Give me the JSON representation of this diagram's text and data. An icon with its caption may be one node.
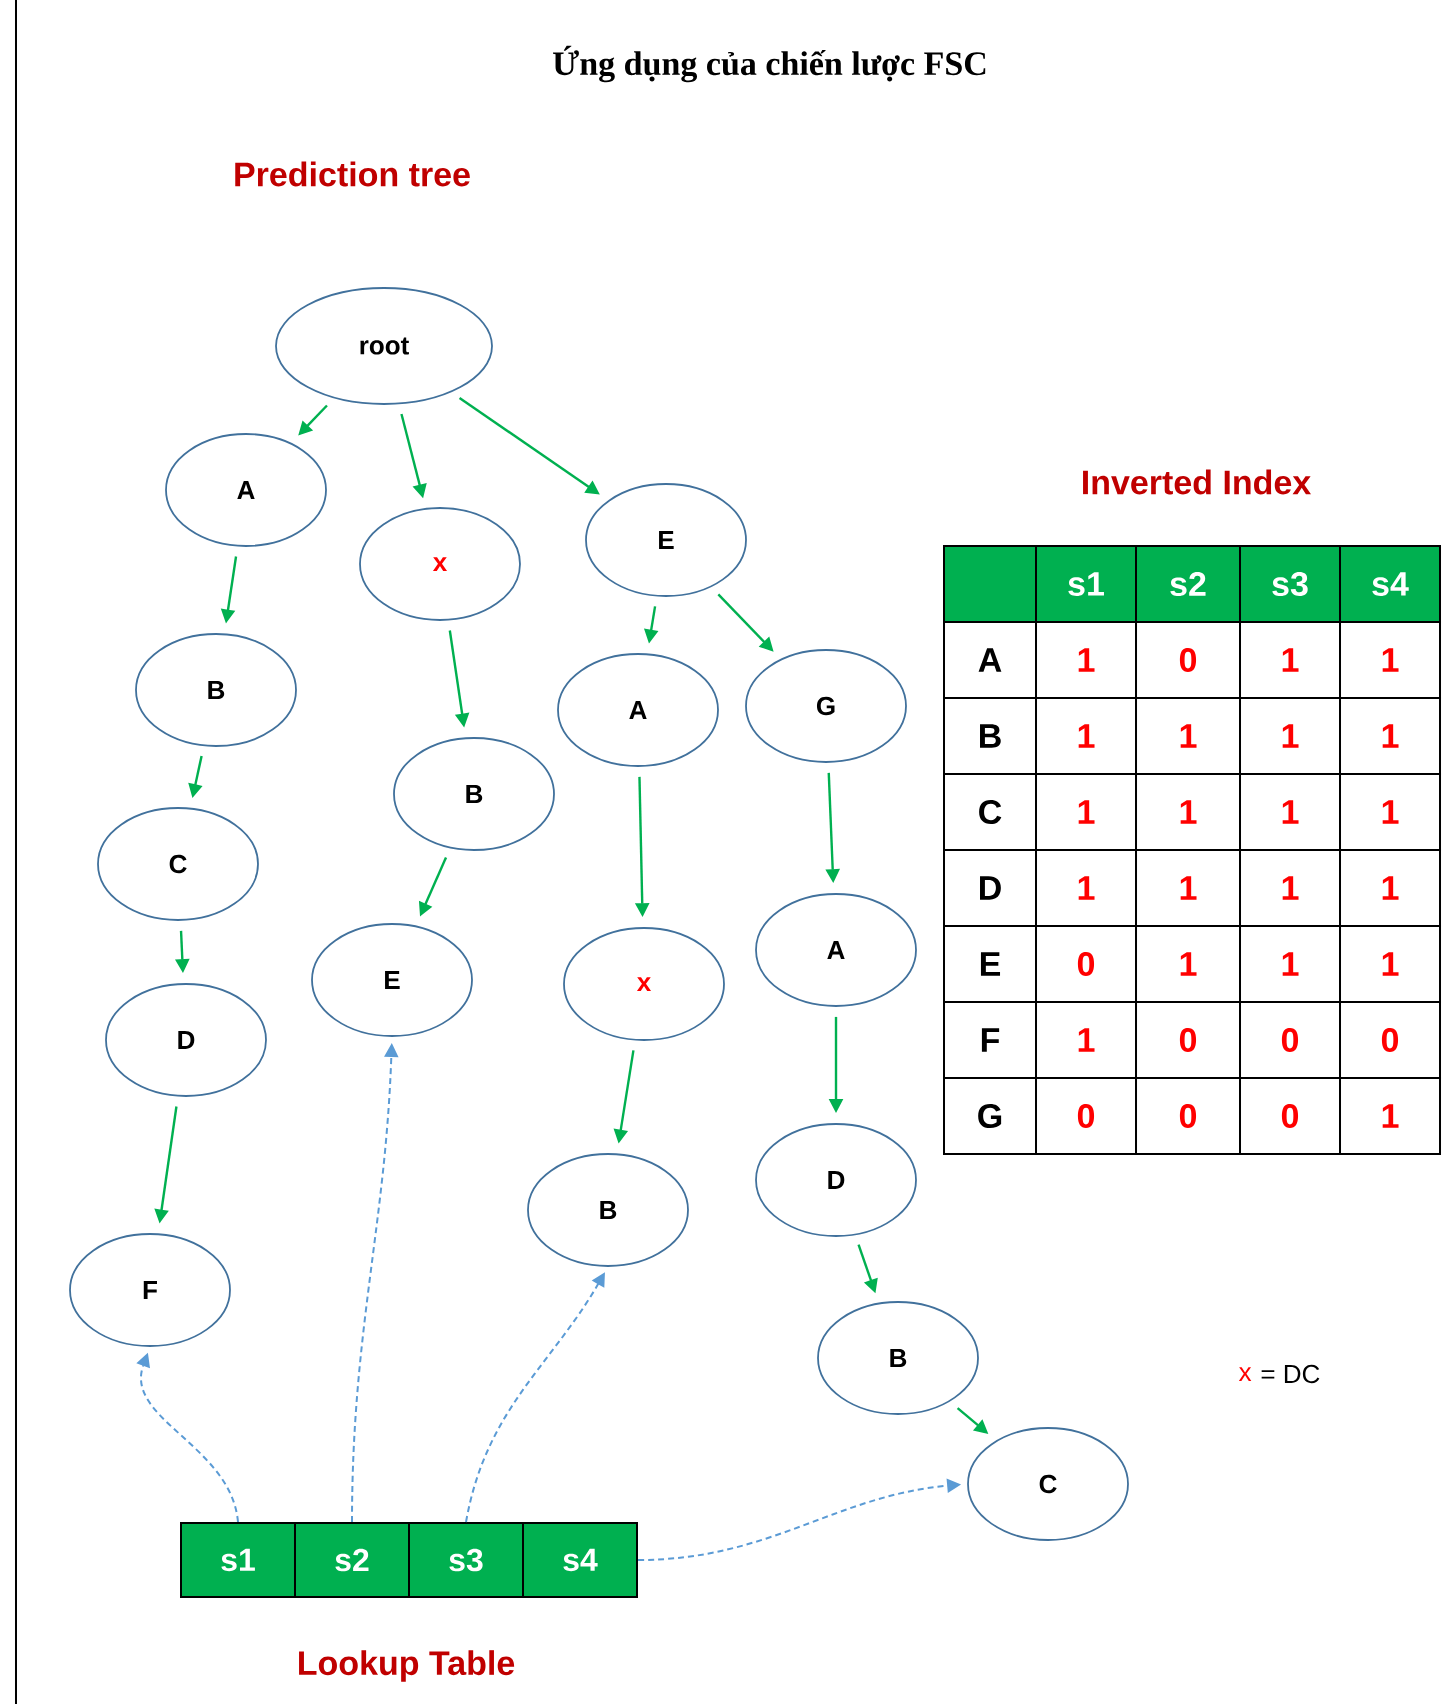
{
  "diagram": {
    "title": "Ứng dụng của chiến lược FSC",
    "nodes": [
      {
        "text": [
          "root"
        ]
      },
      {
        "text": [
          "A"
        ]
      },
      {
        "text": [
          "x"
        ]
      },
      {
        "text": [
          "E"
        ]
      },
      {
        "text": [
          "B"
        ]
      },
      {
        "text": [
          "C"
        ]
      },
      {
        "text": [
          "D"
        ]
      },
      {
        "text": [
          "F"
        ]
      },
      {
        "text": [
          "B"
        ]
      },
      {
        "text": [
          "E"
        ]
      },
      {
        "text": [
          "A"
        ]
      },
      {
        "text": [
          "x"
        ]
      },
      {
        "text": [
          "B"
        ]
      },
      {
        "text": [
          "G"
        ]
      },
      {
        "text": [
          "A"
        ]
      },
      {
        "text": [
          "D"
        ]
      },
      {
        "text": [
          "B"
        ]
      },
      {
        "text": [
          "C"
        ]
      },
      {
        "text": [
          "s1"
        ]
      },
      {
        "text": [
          "s2"
        ]
      },
      {
        "text": [
          "s3"
        ]
      },
      {
        "text": [
          "s4"
        ]
      }
    ],
    "edges": [
      {
        "from": 0,
        "to": 1,
        "arrow": "to"
      },
      {
        "from": 0,
        "to": 2,
        "arrow": "to"
      },
      {
        "from": 0,
        "to": 3,
        "arrow": "to"
      },
      {
        "from": 1,
        "to": 4,
        "arrow": "to"
      },
      {
        "from": 4,
        "to": 5,
        "arrow": "to"
      },
      {
        "from": 5,
        "to": 6,
        "arrow": "to"
      },
      {
        "from": 6,
        "to": 7,
        "arrow": "to"
      },
      {
        "from": 2,
        "to": 8,
        "arrow": "to"
      },
      {
        "from": 8,
        "to": 9,
        "arrow": "to"
      },
      {
        "from": 3,
        "to": 10,
        "arrow": "to"
      },
      {
        "from": 10,
        "to": 11,
        "arrow": "to"
      },
      {
        "from": 11,
        "to": 12,
        "arrow": "to"
      },
      {
        "from": 3,
        "to": 13,
        "arrow": "to"
      },
      {
        "from": 13,
        "to": 14,
        "arrow": "to"
      },
      {
        "from": 14,
        "to": 15,
        "arrow": "to"
      },
      {
        "from": 15,
        "to": 16,
        "arrow": "to"
      },
      {
        "from": 16,
        "to": 17,
        "arrow": "to"
      },
      {
        "from": 18,
        "to": 7,
        "arrow": "to",
        "style": "dashed",
        "color": "#5b9bd5"
      },
      {
        "from": 19,
        "to": 9,
        "arrow": "to",
        "style": "dashed",
        "color": "#5b9bd5"
      },
      {
        "from": 20,
        "to": 12,
        "arrow": "to",
        "style": "dashed",
        "color": "#5b9bd5"
      },
      {
        "from": 21,
        "to": 17,
        "arrow": "to",
        "style": "dashed",
        "color": "#5b9bd5"
      }
    ],
    "labels": [
      "Prediction tree",
      "Inverted Index",
      "s1",
      "s2",
      "s3",
      "s4",
      "A",
      "1",
      "0",
      "1",
      "1",
      "B",
      "1",
      "1",
      "1",
      "1",
      "C",
      "1",
      "1",
      "1",
      "1",
      "D",
      "1",
      "1",
      "1",
      "1",
      "E",
      "0",
      "1",
      "1",
      "1",
      "F",
      "1",
      "0",
      "0",
      "0",
      "G",
      "0",
      "0",
      "0",
      "1",
      "x",
      "= DC",
      "Lookup Table"
    ]
  }
}
